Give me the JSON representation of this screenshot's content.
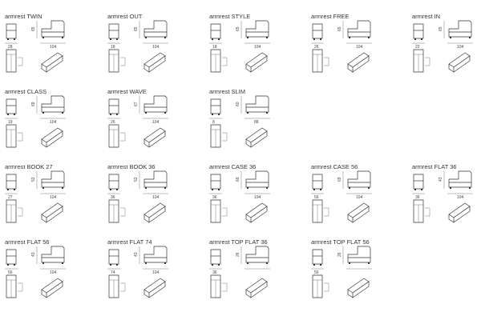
{
  "items": [
    {
      "title": "armrest TWIN",
      "dim_width": "28",
      "dim_depth": "104",
      "dim_height": "65"
    },
    {
      "title": "armrest OUT",
      "dim_width": "18",
      "dim_depth": "104",
      "dim_height": "65"
    },
    {
      "title": "armrest STYLE",
      "dim_width": "18",
      "dim_depth": "104",
      "dim_height": "65"
    },
    {
      "title": "armrest FREE",
      "dim_width": "26",
      "dim_depth": "104",
      "dim_height": "65"
    },
    {
      "title": "armrest IN",
      "dim_width": "22",
      "dim_depth": "104",
      "dim_height": "65"
    },
    {
      "title": "armrest CLASS",
      "dim_width": "19",
      "dim_depth": "104",
      "dim_height": "69"
    },
    {
      "title": "armrest WAVE",
      "dim_width": "26",
      "dim_depth": "104",
      "dim_height": "67"
    },
    {
      "title": "armrest SLIM",
      "dim_width": "8",
      "dim_depth": "88",
      "dim_height": "60"
    },
    {
      "title": "armrest BOOK 27",
      "dim_width": "27",
      "dim_depth": "104",
      "dim_height": "53"
    },
    {
      "title": "armrest BOOK 36",
      "dim_width": "36",
      "dim_depth": "104",
      "dim_height": "53"
    },
    {
      "title": "armrest CASE 36",
      "dim_width": "36",
      "dim_depth": "104",
      "dim_height": "69"
    },
    {
      "title": "armrest CASE 56",
      "dim_width": "56",
      "dim_depth": "104",
      "dim_height": "69"
    },
    {
      "title": "armrest FLAT 36",
      "dim_width": "36",
      "dim_depth": "104",
      "dim_height": "43"
    },
    {
      "title": "armrest FLAT 56",
      "dim_width": "56",
      "dim_depth": "104",
      "dim_height": "43"
    },
    {
      "title": "armrest FLAT 74",
      "dim_width": "74",
      "dim_depth": "104",
      "dim_height": "43"
    },
    {
      "title": "armrest TOP FLAT 36",
      "dim_width": "36",
      "dim_depth": "",
      "dim_height": "26"
    },
    {
      "title": "armrest TOP FLAT 56",
      "dim_width": "56",
      "dim_depth": "",
      "dim_height": "26"
    }
  ]
}
